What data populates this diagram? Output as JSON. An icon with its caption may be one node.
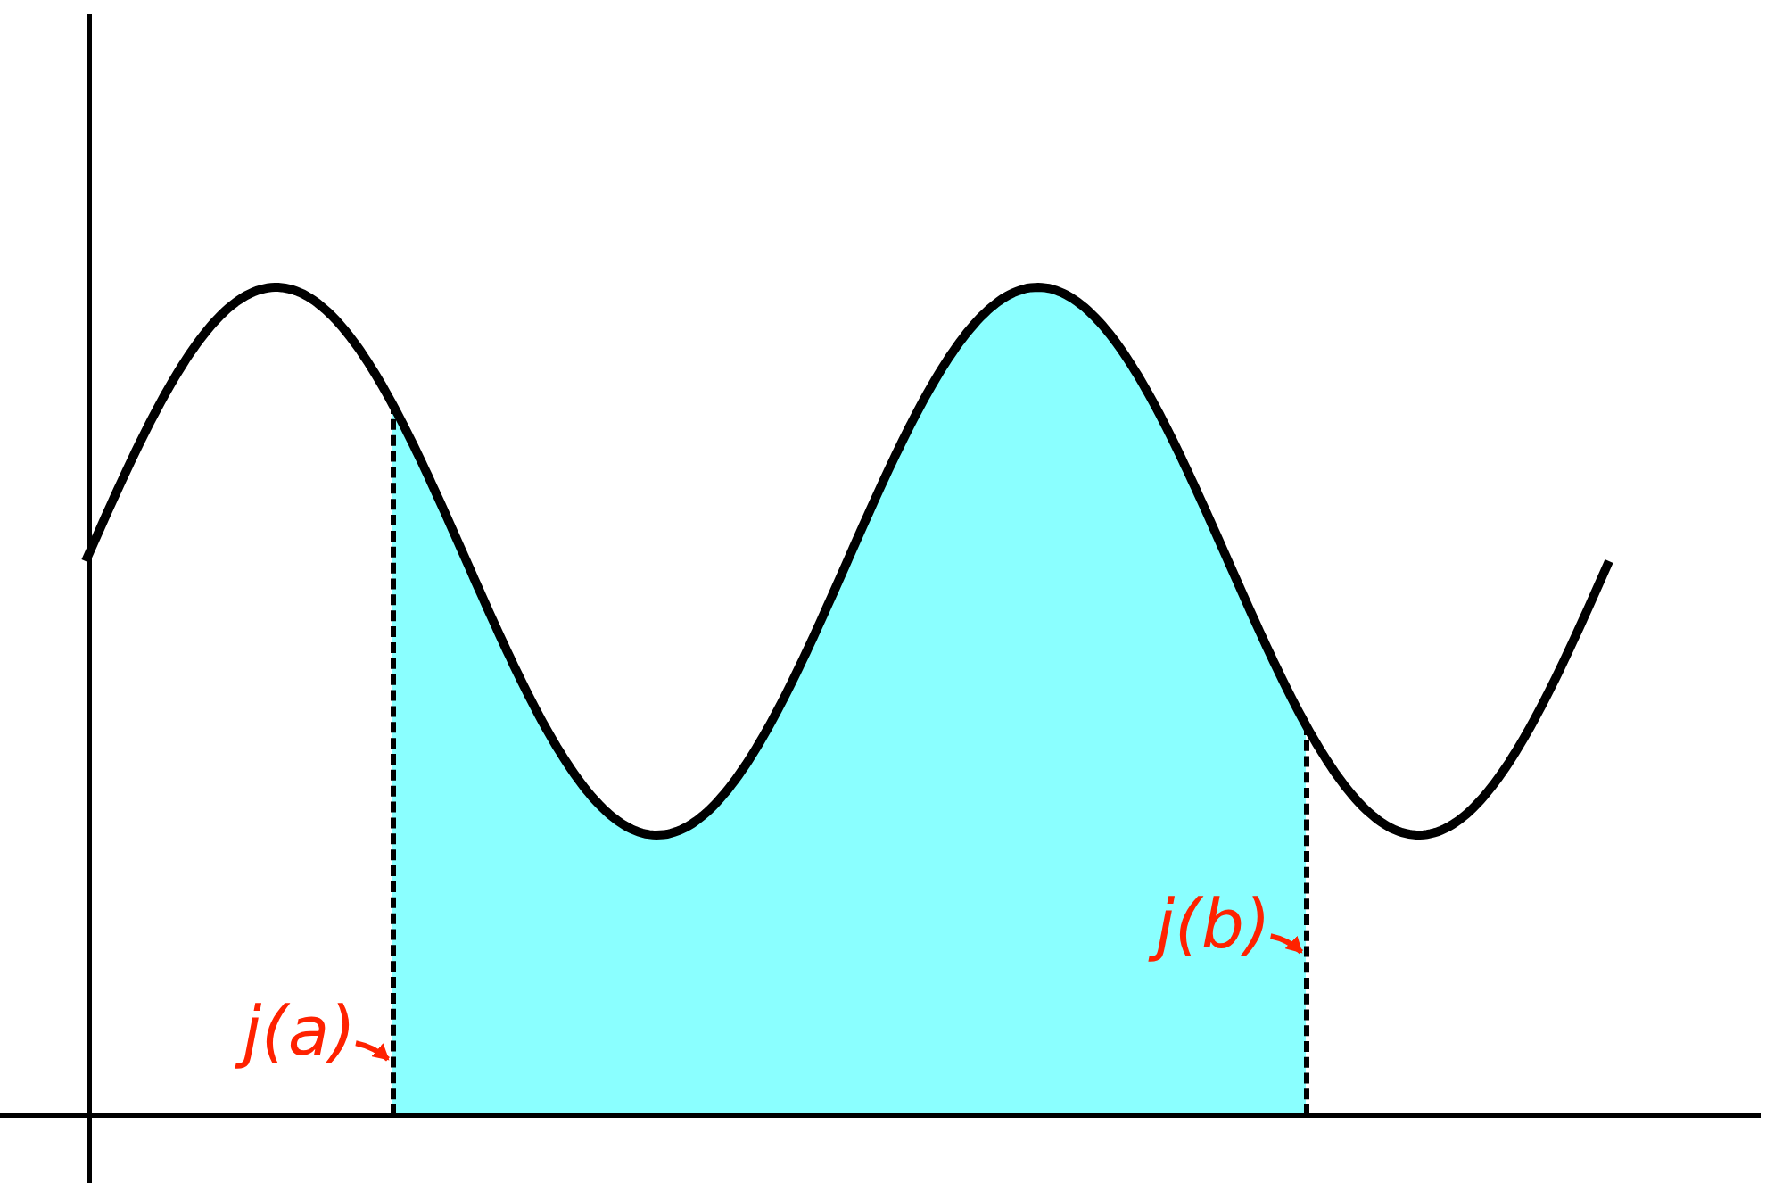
{
  "diagram": {
    "nodes": [
      {
        "text": [
          "j(a)"
        ]
      },
      {
        "text": [],
        "shape": "line"
      },
      {
        "text": [
          "j(b)"
        ]
      },
      {
        "text": [],
        "shape": "line"
      }
    ],
    "edges": [
      {
        "from": 0,
        "to": 1,
        "arrow": "to"
      },
      {
        "from": 2,
        "to": 3,
        "arrow": "to"
      }
    ]
  }
}
